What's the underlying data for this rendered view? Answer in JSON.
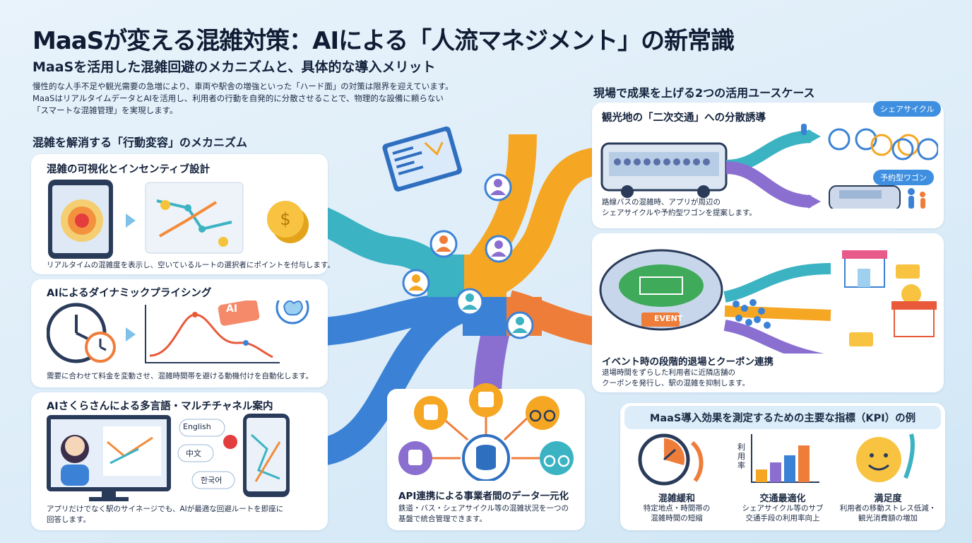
{
  "header": {
    "title": "MaaSが変える混雑対策：AIによる「人流マネジメント」の新常識",
    "subtitle": "MaaSを活用した混雑回避のメカニズムと、具体的な導入メリット",
    "intro": [
      "慢性的な人手不足や観光需要の急増により、車両や駅舎の増強といった「ハード面」の対策は限界を迎えています。",
      "MaaSはリアルタイムデータとAIを活用し、利用者の行動を自発的に分散させることで、物理的な設備に頼らない",
      "「スマートな混雑管理」を実現します。"
    ]
  },
  "mechanism": {
    "heading": "混雑を解消する「行動変容」のメカニズム",
    "cards": [
      {
        "title": "混雑の可視化とインセンティブ設計",
        "caption": "リアルタイムの混雑度を表示し、空いているルートの選択者にポイントを付与します。"
      },
      {
        "title": "AIによるダイナミックプライシング",
        "caption": "需要に合わせて料金を変動させ、混雑時間帯を避ける動機付けを自動化します。",
        "badge": "AI"
      },
      {
        "title": "AIさくらさんによる多言語・マルチチャネル案内",
        "caption": [
          "アプリだけでなく駅のサイネージでも、AIが最適な回避ルートを即座に",
          "回答します。"
        ],
        "bubbles": [
          "English",
          "中文",
          "한국어"
        ]
      }
    ]
  },
  "api_card": {
    "title": "API連携による事業者間のデータ一元化",
    "caption": [
      "鉄道・バス・シェアサイクル等の混雑状況を一つの",
      "基盤で統合管理できます。"
    ]
  },
  "usecases": {
    "heading": "現場で成果を上げる2つの活用ユースケース",
    "tourism": {
      "title": "観光地の「二次交通」への分散誘導",
      "caption": [
        "路線バスの混雑時、アプリが周辺の",
        "シェアサイクルや予約型ワゴンを提案します。"
      ],
      "labels": [
        "シェアサイクル",
        "予約型ワゴン"
      ]
    },
    "event": {
      "title": "イベント時の段階的退場とクーポン連携",
      "caption": [
        "退場時間をずらした利用者に近隣店舗の",
        "クーポンを発行し、駅の混雑を抑制します。"
      ],
      "sign": "EVENT"
    }
  },
  "kpi": {
    "heading": "MaaS導入効果を測定するための主要な指標（KPI）の例",
    "chart_axis": "利用率",
    "items": [
      {
        "title": "混雑緩和",
        "sub": [
          "特定地点・時間帯の",
          "混雑時間の短縮"
        ]
      },
      {
        "title": "交通最適化",
        "sub": [
          "シェアサイクル等のサブ",
          "交通手段の利用率向上"
        ]
      },
      {
        "title": "満足度",
        "sub": [
          "利用者の移動ストレス低減・",
          "観光消費額の増加"
        ]
      }
    ]
  },
  "colors": {
    "orange": "#f5a623",
    "teal": "#3bb3c3",
    "blue": "#3b82d6",
    "purple": "#8a6fd1",
    "coral": "#ef7d3a"
  }
}
